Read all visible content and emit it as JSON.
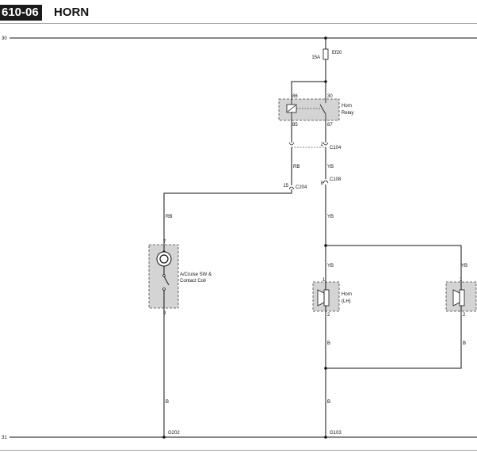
{
  "header": {
    "code": "610-06",
    "title": "HORN"
  },
  "rails": {
    "top": "30",
    "bottom": "31"
  },
  "fuse": {
    "id": "Ef20",
    "rating": "15A"
  },
  "relay": {
    "name_line1": "Horn",
    "name_line2": "Relay",
    "pin_86": "86",
    "pin_30": "30",
    "pin_85": "85",
    "pin_87": "87"
  },
  "connectors": {
    "c104": {
      "id": "C104",
      "pin": "2"
    },
    "c108": {
      "id": "C108",
      "pin": "8"
    },
    "c204": {
      "id": "C204",
      "pin": "15"
    }
  },
  "wires": {
    "rb_1": "RB",
    "rb_2": "RB",
    "yb_1": "YB",
    "yb_2": "YB",
    "yb_3": "YB",
    "yb_4": "YB",
    "b_1": "B",
    "b_2": "B",
    "b_3": "B"
  },
  "switch": {
    "name_line1": "A/Cruise SW &",
    "name_line2": "Contact Coil",
    "pin_top": "7",
    "pin_bottom": "9"
  },
  "horn_lh": {
    "name_line1": "Horn",
    "name_line2": "(LH)",
    "pin_top": "1",
    "pin_bottom": "2"
  },
  "horn_rh": {
    "pin_top": "1",
    "pin_bottom": "2"
  },
  "grounds": {
    "left": "G202",
    "right": "G103"
  }
}
